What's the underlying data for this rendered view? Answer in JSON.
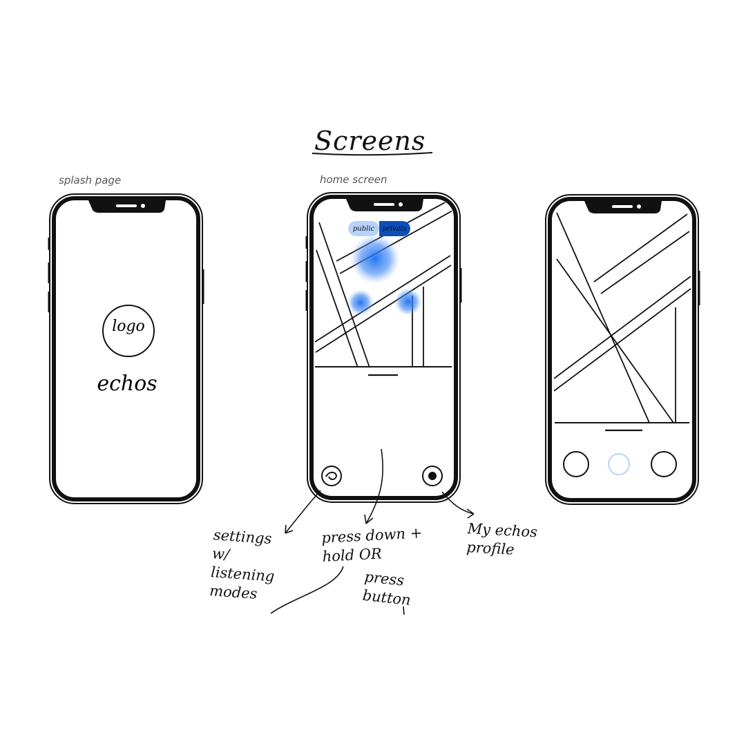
{
  "title": "Screens",
  "screens": {
    "splash": {
      "label": "splash page",
      "logo": "logo",
      "app_name": "echos"
    },
    "home": {
      "label": "home screen",
      "toggle_public": "public",
      "toggle_private": "private"
    }
  },
  "annotations": {
    "settings": "settings w/ listening modes",
    "press": "press down + hold OR",
    "press_button": "press button",
    "profile": "My echos profile"
  },
  "colors": {
    "ink": "#111111",
    "accent_light": "#b7d3fb",
    "accent_dark": "#0b4fb8",
    "blob": "#1a6ff0"
  },
  "icons": [
    "settings-icon",
    "profile-icon",
    "record-button-icon"
  ]
}
